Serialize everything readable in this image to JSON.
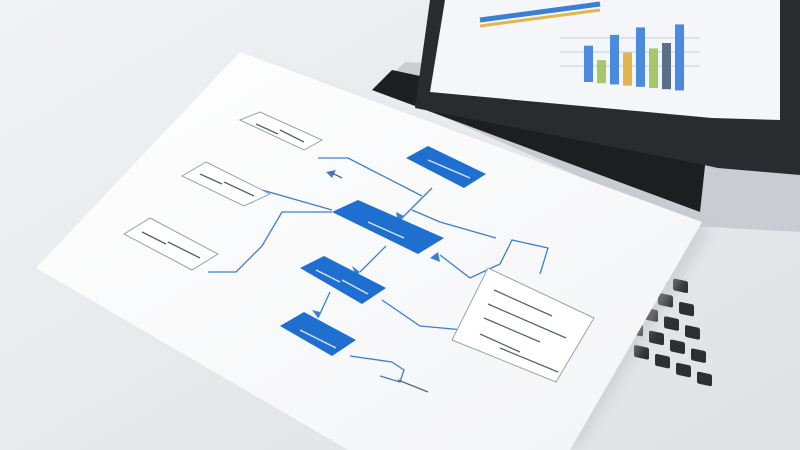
{
  "colors": {
    "background": "#e9eaec",
    "paper": "#ffffff",
    "accent_blue": "#1f6fd1",
    "connector": "#3a7fd0",
    "laptop_frame": "#2a2b2e",
    "keyboard": "#1d1e20",
    "screen": "#f4f6f9",
    "bar_blue": "#4a8be0",
    "bar_green": "#a7c86a",
    "bar_gold": "#e3b54d",
    "bar_slate": "#5a6f8a"
  },
  "laptop": {
    "screen_chart_bars": [
      {
        "series": "blue",
        "level": 0.55
      },
      {
        "series": "green",
        "level": 0.35
      },
      {
        "series": "blue",
        "level": 0.75
      },
      {
        "series": "gold",
        "level": 0.5
      },
      {
        "series": "blue",
        "level": 0.9
      },
      {
        "series": "green",
        "level": 0.6
      },
      {
        "series": "slate",
        "level": 0.7
      },
      {
        "series": "blue",
        "level": 1.0
      }
    ]
  },
  "flowchart": {
    "blue_nodes": [
      {
        "id": "node-1"
      },
      {
        "id": "node-2"
      },
      {
        "id": "node-3"
      },
      {
        "id": "node-4"
      }
    ],
    "outline_nodes": [
      {
        "id": "outline-top"
      },
      {
        "id": "outline-mid"
      },
      {
        "id": "outline-left"
      }
    ],
    "notes_panel": {
      "lines": 5
    }
  }
}
